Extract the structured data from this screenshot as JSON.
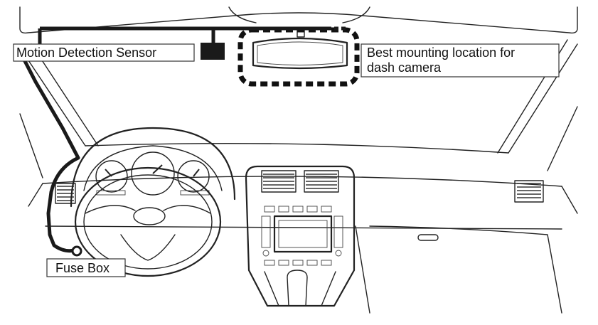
{
  "labels": {
    "motion_sensor": "Motion Detection Sensor",
    "mount_line1": "Best mounting location for",
    "mount_line2": "dash camera",
    "fuse_box": "Fuse Box"
  },
  "colors": {
    "line_art": "#222222",
    "cable": "#1a1a1a",
    "background": "#ffffff"
  }
}
